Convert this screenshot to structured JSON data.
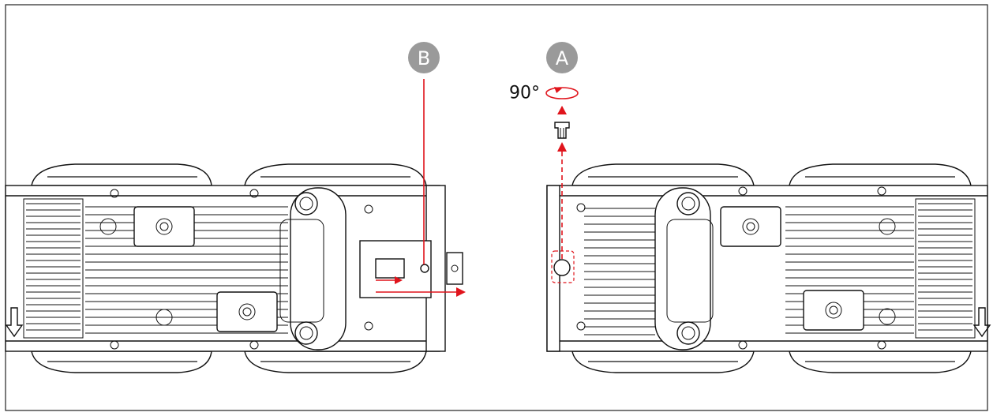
{
  "callouts": {
    "a": {
      "label": "A"
    },
    "b": {
      "label": "B"
    }
  },
  "rotation": {
    "label": "90°"
  },
  "colors": {
    "accent": "#e0141c",
    "badge": "#9a9a9a",
    "line": "#111111"
  },
  "icons": {
    "rotate": "rotate-arrow-icon",
    "direction": "down-arrow-icon"
  }
}
